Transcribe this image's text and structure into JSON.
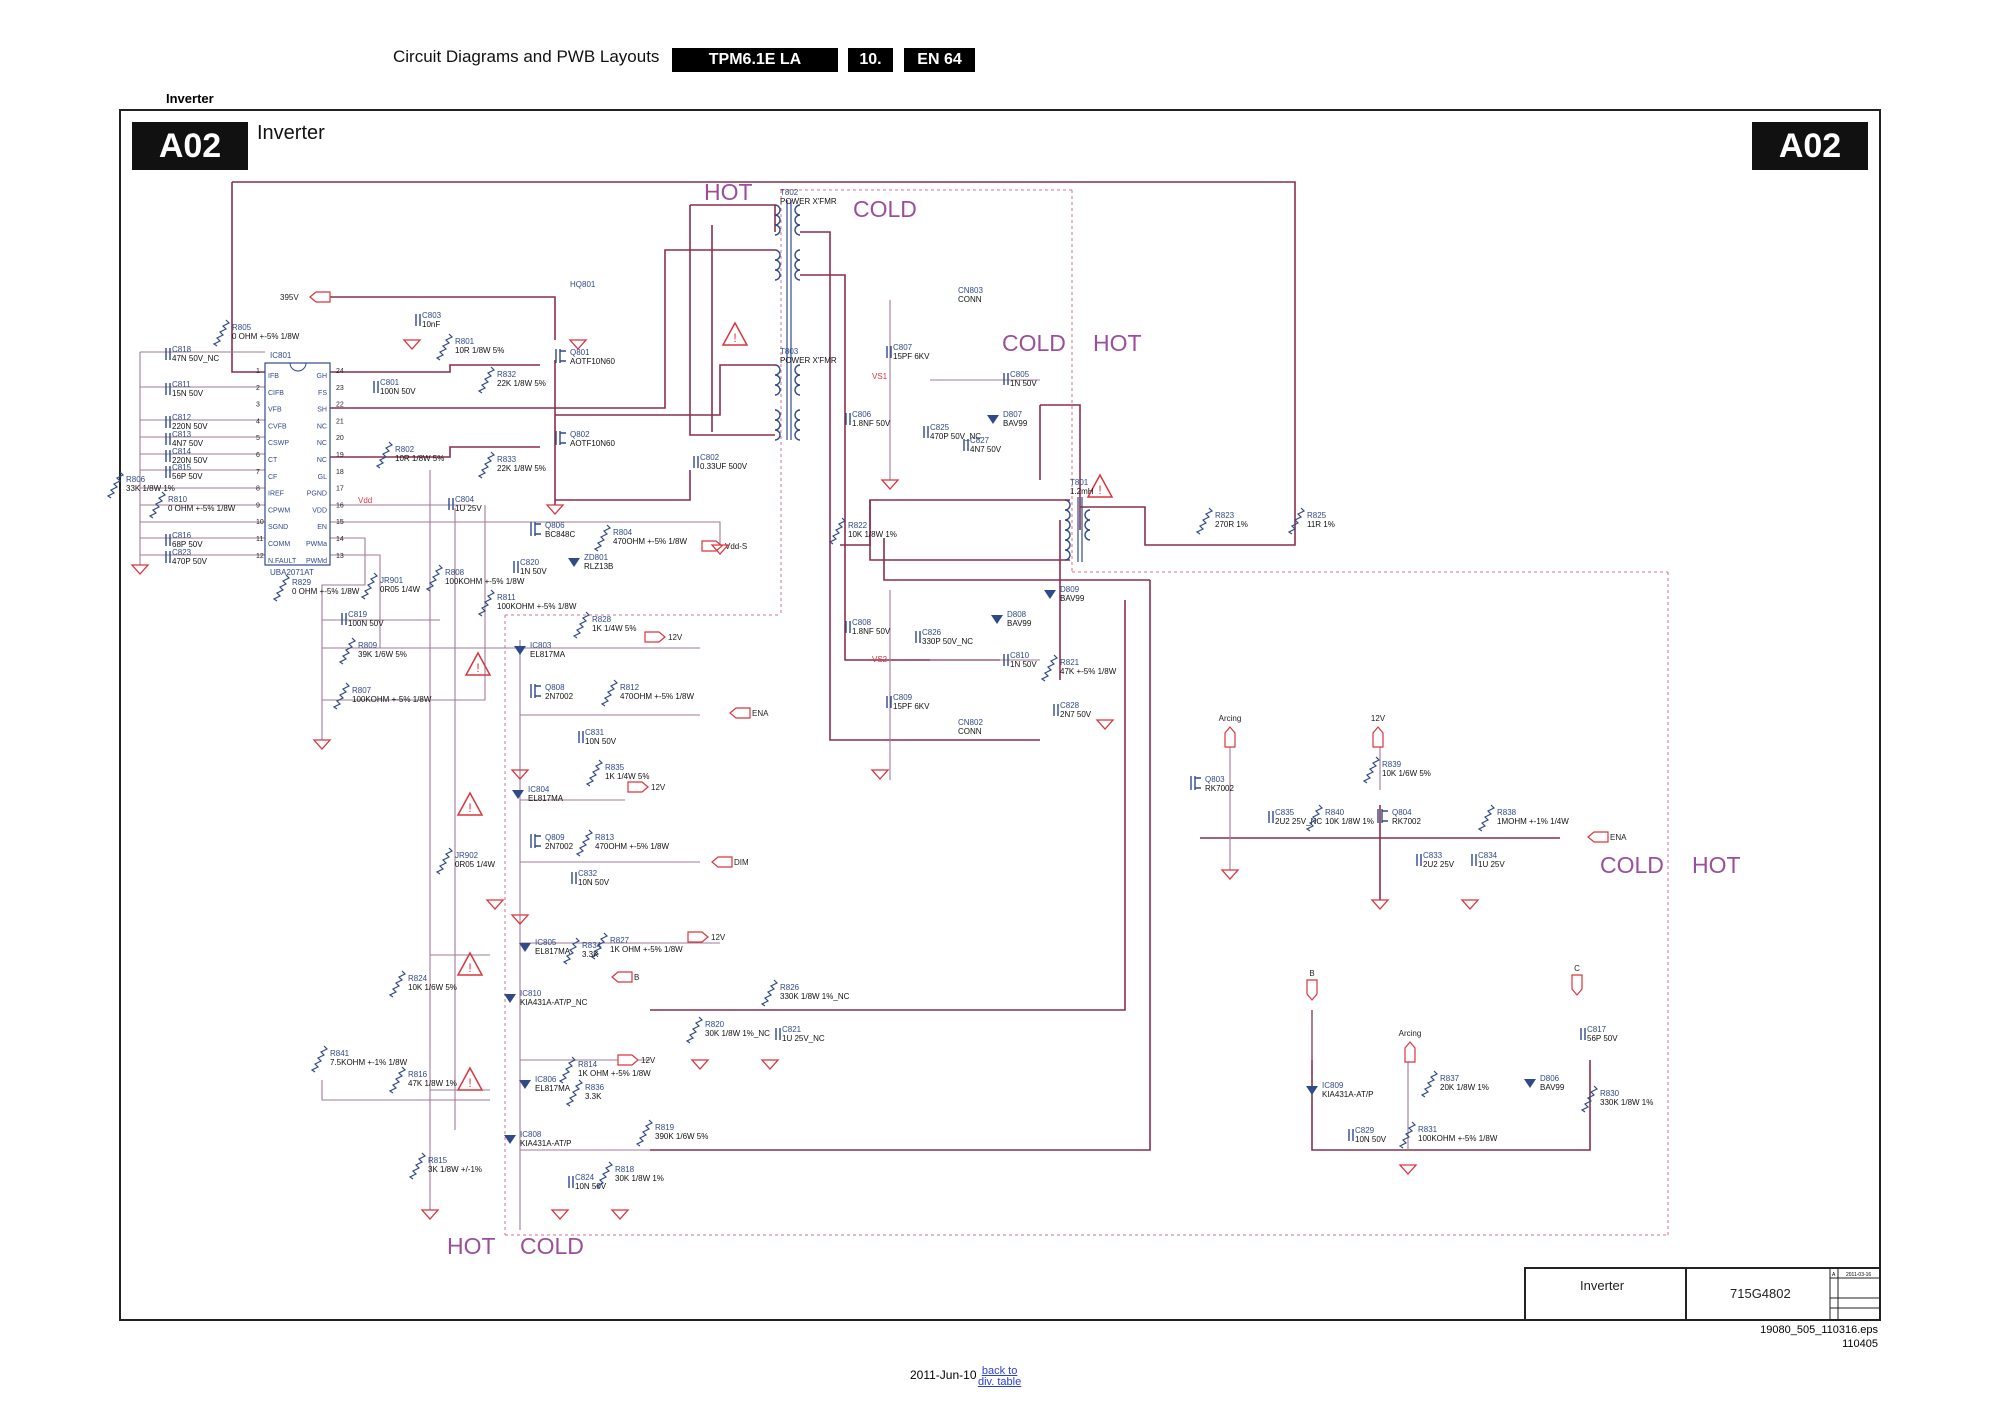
{
  "header": {
    "title": "Circuit Diagrams and PWB Layouts",
    "model": "TPM6.1E LA",
    "chapter": "10.",
    "page": "EN 64"
  },
  "section": "Inverter",
  "sheet": {
    "id_left": "A02",
    "id_right": "A02",
    "title": "Inverter"
  },
  "title_block": {
    "name": "Inverter",
    "number": "715G4802",
    "rev": "A",
    "date": "2011-03-16"
  },
  "footer": {
    "file": "19080_505_110316.eps",
    "code": "110405",
    "date": "2011-Jun-10",
    "link_line1": "back to",
    "link_line2": "div. table"
  },
  "colors": {
    "wire": "#8b2f4a",
    "wire_thin": "#a3799a",
    "component": "#2f4a8a",
    "flag": "#d9363e",
    "zone": "#9b4f9b",
    "dashed": "#d9708a"
  },
  "zones": [
    "HOT",
    "COLD",
    "COLD",
    "HOT",
    "COLD",
    "HOT",
    "HOT",
    "COLD"
  ],
  "ic801": {
    "ref": "IC801",
    "part": "UBA2071AT",
    "left_pins": [
      [
        "1",
        "IFB"
      ],
      [
        "2",
        "CIFB"
      ],
      [
        "3",
        "VFB"
      ],
      [
        "4",
        "CVFB"
      ],
      [
        "5",
        "CSWP"
      ],
      [
        "6",
        "CT"
      ],
      [
        "7",
        "CF"
      ],
      [
        "8",
        "IREF"
      ],
      [
        "9",
        "CPWM"
      ],
      [
        "10",
        "SGND"
      ],
      [
        "11",
        "COMM"
      ],
      [
        "12",
        "N.FAULT"
      ]
    ],
    "right_pins": [
      [
        "24",
        "GH"
      ],
      [
        "23",
        "FS"
      ],
      [
        "22",
        "SH"
      ],
      [
        "21",
        "NC"
      ],
      [
        "20",
        "NC"
      ],
      [
        "19",
        "NC"
      ],
      [
        "18",
        "GL"
      ],
      [
        "17",
        "PGND"
      ],
      [
        "16",
        "VDD"
      ],
      [
        "15",
        "EN"
      ],
      [
        "14",
        "PWMa"
      ],
      [
        "13",
        "PWMd"
      ]
    ]
  },
  "nets": [
    "395V",
    "Vdd-S",
    "12V",
    "ENA",
    "12V",
    "DIM",
    "12V",
    "B",
    "12V",
    "Arcing",
    "12V",
    "ENA",
    "B",
    "Arcing",
    "C"
  ],
  "net_labels": [
    "Vdd",
    "VS1",
    "VS2"
  ],
  "components": [
    {
      "ref": "R805",
      "value": "0 OHM +-5% 1/8W"
    },
    {
      "ref": "C803",
      "value": "10nF"
    },
    {
      "ref": "R801",
      "value": "10R 1/8W 5%"
    },
    {
      "ref": "R832",
      "value": "22K 1/8W 5%"
    },
    {
      "ref": "C801",
      "value": "100N 50V"
    },
    {
      "ref": "C818",
      "value": "47N 50V_NC"
    },
    {
      "ref": "C811",
      "value": "15N 50V"
    },
    {
      "ref": "C812",
      "value": "220N 50V"
    },
    {
      "ref": "C813",
      "value": "4N7 50V"
    },
    {
      "ref": "C814",
      "value": "220N 50V"
    },
    {
      "ref": "C815",
      "value": "56P 50V"
    },
    {
      "ref": "R806",
      "value": "33K 1/8W 1%"
    },
    {
      "ref": "R810",
      "value": "0 OHM +-5% 1/8W"
    },
    {
      "ref": "C816",
      "value": "68P 50V"
    },
    {
      "ref": "C823",
      "value": "470P 50V"
    },
    {
      "ref": "R802",
      "value": "10R 1/8W 5%"
    },
    {
      "ref": "R833",
      "value": "22K 1/8W 5%"
    },
    {
      "ref": "C804",
      "value": "1U 25V"
    },
    {
      "ref": "Q801",
      "value": "AOTF10N60"
    },
    {
      "ref": "Q802",
      "value": "AOTF10N60"
    },
    {
      "ref": "HQ801",
      "value": ""
    },
    {
      "ref": "C802",
      "value": "0.33UF 500V"
    },
    {
      "ref": "T802",
      "value": "POWER X'FMR"
    },
    {
      "ref": "T803",
      "value": "POWER X'FMR"
    },
    {
      "ref": "CN803",
      "value": "CONN"
    },
    {
      "ref": "C807",
      "value": "15PF 6KV"
    },
    {
      "ref": "C805",
      "value": "1N 50V"
    },
    {
      "ref": "C806",
      "value": "1.8NF 50V"
    },
    {
      "ref": "C825",
      "value": "470P 50V_NC"
    },
    {
      "ref": "D807",
      "value": "BAV99"
    },
    {
      "ref": "C827",
      "value": "4N7 50V"
    },
    {
      "ref": "T801",
      "value": "1.2mH"
    },
    {
      "ref": "R822",
      "value": "10K 1/8W 1%"
    },
    {
      "ref": "R823",
      "value": "270R 1%"
    },
    {
      "ref": "R825",
      "value": "11R 1%"
    },
    {
      "ref": "Q806",
      "value": "BC848C"
    },
    {
      "ref": "R804",
      "value": "470OHM +-5% 1/8W"
    },
    {
      "ref": "ZD801",
      "value": "RLZ13B"
    },
    {
      "ref": "C820",
      "value": "1N 50V"
    },
    {
      "ref": "R808",
      "value": "100KOHM +-5% 1/8W"
    },
    {
      "ref": "R811",
      "value": "100KOHM +-5% 1/8W"
    },
    {
      "ref": "R829",
      "value": "0 OHM +-5% 1/8W"
    },
    {
      "ref": "JR901",
      "value": "0R05 1/4W"
    },
    {
      "ref": "C819",
      "value": "100N 50V"
    },
    {
      "ref": "R809",
      "value": "39K 1/6W 5%"
    },
    {
      "ref": "R807",
      "value": "100KOHM +-5% 1/8W"
    },
    {
      "ref": "R828",
      "value": "1K 1/4W 5%"
    },
    {
      "ref": "IC803",
      "value": "EL817MA"
    },
    {
      "ref": "Q808",
      "value": "2N7002"
    },
    {
      "ref": "R812",
      "value": "470OHM +-5% 1/8W"
    },
    {
      "ref": "C831",
      "value": "10N 50V"
    },
    {
      "ref": "R835",
      "value": "1K 1/4W 5%"
    },
    {
      "ref": "IC804",
      "value": "EL817MA"
    },
    {
      "ref": "Q809",
      "value": "2N7002"
    },
    {
      "ref": "R813",
      "value": "470OHM +-5% 1/8W"
    },
    {
      "ref": "C832",
      "value": "10N 50V"
    },
    {
      "ref": "JR902",
      "value": "0R05 1/4W"
    },
    {
      "ref": "C808",
      "value": "1.8NF 50V"
    },
    {
      "ref": "C826",
      "value": "330P 50V_NC"
    },
    {
      "ref": "D808",
      "value": "BAV99"
    },
    {
      "ref": "D809",
      "value": "BAV99"
    },
    {
      "ref": "C810",
      "value": "1N 50V"
    },
    {
      "ref": "R821",
      "value": "47K +-5% 1/8W"
    },
    {
      "ref": "C828",
      "value": "2N7 50V"
    },
    {
      "ref": "C809",
      "value": "15PF 6KV"
    },
    {
      "ref": "CN802",
      "value": "CONN"
    },
    {
      "ref": "R827",
      "value": "1K OHM +-5% 1/8W"
    },
    {
      "ref": "IC805",
      "value": "EL817MA"
    },
    {
      "ref": "R834",
      "value": "3.3K"
    },
    {
      "ref": "R824",
      "value": "10K 1/6W 5%"
    },
    {
      "ref": "IC810",
      "value": "KIA431A-AT/P_NC"
    },
    {
      "ref": "R826",
      "value": "330K 1/8W 1%_NC"
    },
    {
      "ref": "R820",
      "value": "30K 1/8W 1%_NC"
    },
    {
      "ref": "C821",
      "value": "1U 25V_NC"
    },
    {
      "ref": "R841",
      "value": "7.5KOHM +-1% 1/8W"
    },
    {
      "ref": "R814",
      "value": "1K OHM +-5% 1/8W"
    },
    {
      "ref": "R816",
      "value": "47K 1/8W 1%"
    },
    {
      "ref": "IC806",
      "value": "EL817MA"
    },
    {
      "ref": "R836",
      "value": "3.3K"
    },
    {
      "ref": "IC808",
      "value": "KIA431A-AT/P"
    },
    {
      "ref": "R819",
      "value": "390K 1/6W 5%"
    },
    {
      "ref": "R815",
      "value": "3K 1/8W +/-1%"
    },
    {
      "ref": "C824",
      "value": "10N 50V"
    },
    {
      "ref": "R818",
      "value": "30K 1/8W 1%"
    },
    {
      "ref": "Q803",
      "value": "RK7002"
    },
    {
      "ref": "C835",
      "value": "2U2 25V_NC"
    },
    {
      "ref": "R840",
      "value": "10K 1/8W 1%"
    },
    {
      "ref": "R839",
      "value": "10K 1/6W 5%"
    },
    {
      "ref": "Q804",
      "value": "RK7002"
    },
    {
      "ref": "R838",
      "value": "1MOHM +-1% 1/4W"
    },
    {
      "ref": "C833",
      "value": "2U2 25V"
    },
    {
      "ref": "C834",
      "value": "1U 25V"
    },
    {
      "ref": "IC809",
      "value": "KIA431A-AT/P"
    },
    {
      "ref": "C817",
      "value": "56P 50V"
    },
    {
      "ref": "R837",
      "value": "20K 1/8W 1%"
    },
    {
      "ref": "D806",
      "value": "BAV99"
    },
    {
      "ref": "R830",
      "value": "330K 1/8W 1%"
    },
    {
      "ref": "C829",
      "value": "10N 50V"
    },
    {
      "ref": "R831",
      "value": "100KOHM +-5% 1/8W"
    }
  ]
}
